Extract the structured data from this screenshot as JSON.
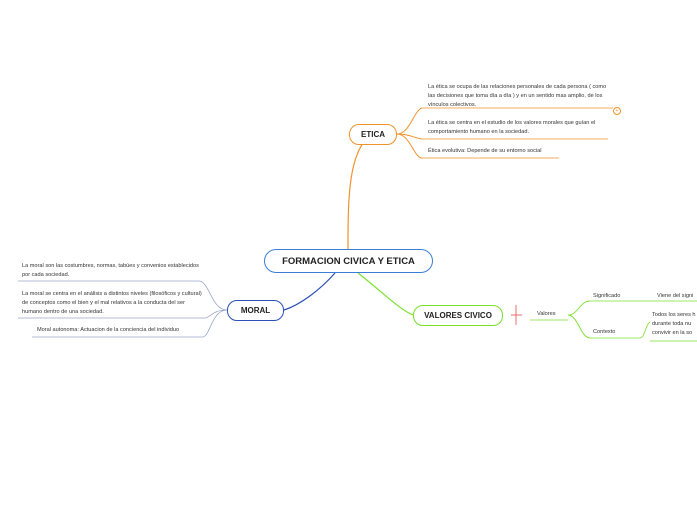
{
  "root": {
    "label": "FORMACION CIVICA Y ETICA"
  },
  "etica": {
    "label": "ETICA",
    "items": [
      "La ética se ocupa de las relaciones personales de cada persona  (  como las decisiones que toma día a día ) y en un sentido mas amplio, de los vínculos colectivos.",
      "La ética se centra en  el estudio de los valores morales que guían el comportamiento humano en la sociedad.",
      "Ética  evolutiva: Depende de su entorno social"
    ],
    "expander": "+"
  },
  "moral": {
    "label": "MORAL",
    "items": [
      "La moral son las costumbres, normas, tabúes y convenios establecidos por cada sociedad.",
      "La  moral se centra en el análisis a distintos niveles (filosóficos y cultural) de conceptos como el bien y el mal relativos a la conducta del ser humano dentro de una sociedad.",
      "Moral autonoma: Actuacion de la conciencia  del individuo"
    ]
  },
  "valores": {
    "label": "VALORES CIVICO",
    "child": "Valores",
    "significado": {
      "label": "Significado",
      "child": "Viene del signi"
    },
    "contexto": {
      "label": "Contexto",
      "child": "Todos los seres h durante  toda nu convivir  en la so"
    }
  },
  "colors": {
    "root": "#3b7dd8",
    "etica": "#f0932b",
    "moral": "#2c4fb8",
    "valores": "#79e02b",
    "connector": "#e85c5c"
  }
}
